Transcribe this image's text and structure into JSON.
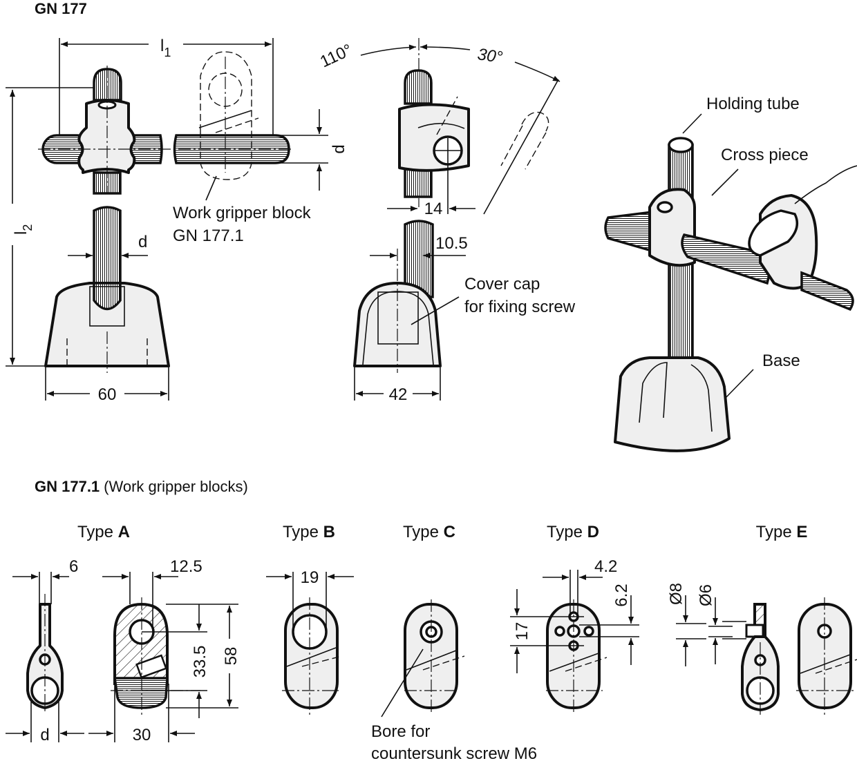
{
  "header": {
    "title": "GN 177"
  },
  "main_views": {
    "front": {
      "dim_l1": "l",
      "dim_l1_sub": "1",
      "dim_l2": "l",
      "dim_l2_sub": "2",
      "dim_d_cross": "d",
      "dim_d_tube": "d",
      "dim_base_width": "60",
      "callout_line1": "Work gripper block",
      "callout_line2": "GN 177.1"
    },
    "side": {
      "angle_left": "110°",
      "angle_right": "30°",
      "dim_offset": "14",
      "dim_tube_offset": "10.5",
      "dim_base_width": "42",
      "callout_line1": "Cover cap",
      "callout_line2": "for fixing screw"
    },
    "perspective": {
      "label_holding_tube": "Holding tube",
      "label_cross_piece": "Cross piece",
      "label_base": "Base"
    }
  },
  "gripper_blocks": {
    "heading_bold": "GN 177.1",
    "heading_rest": "(Work gripper blocks)",
    "types": [
      {
        "prefix": "Type",
        "letter": "A"
      },
      {
        "prefix": "Type",
        "letter": "B"
      },
      {
        "prefix": "Type",
        "letter": "C"
      },
      {
        "prefix": "Type",
        "letter": "D"
      },
      {
        "prefix": "Type",
        "letter": "E"
      }
    ],
    "type_a": {
      "dim_thickness": "6",
      "dim_d": "d",
      "dim_offset": "12.5",
      "dim_hole_span": "33.5",
      "dim_height": "58",
      "dim_width": "30"
    },
    "type_b": {
      "dim_bore": "19"
    },
    "type_c": {
      "callout_line1": "Bore for",
      "callout_line2": "countersunk screw M6"
    },
    "type_d": {
      "dim_spacing": "4.2",
      "dim_vertical": "6.2",
      "dim_pattern": "17"
    },
    "type_e": {
      "dim_outer": "Ø8",
      "dim_inner": "Ø6"
    }
  }
}
